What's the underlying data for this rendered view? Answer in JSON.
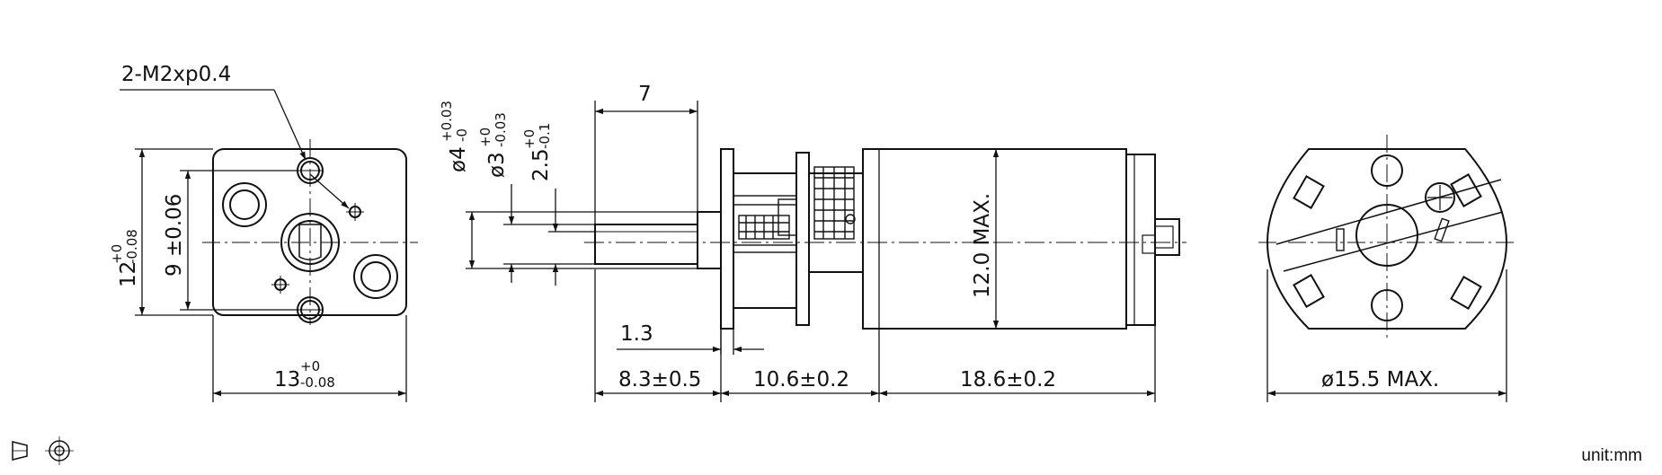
{
  "front_view": {
    "thread_callout": "2-M2xp0.4",
    "width_main": "13",
    "width_tol_upper": "+0",
    "width_tol_lower": "-0.08",
    "height_main": "12",
    "height_tol_upper": "+0",
    "height_tol_lower": "-0.08",
    "hole_spacing": "9 ±0.06"
  },
  "side_view": {
    "shaft_length": "7",
    "d_shaft_main": "ø4",
    "d_shaft_tol_upper": "+0.03",
    "d_shaft_tol_lower": "-0",
    "d_bearing_main": "ø3",
    "d_bearing_tol_upper": "+0",
    "d_bearing_tol_lower": "-0.03",
    "d_flat_main": "2.5",
    "d_flat_tol_upper": "+0",
    "d_flat_tol_lower": "-0.1",
    "flange_thickness": "1.3",
    "gearbox_front": "8.3±0.5",
    "gearbox_rear": "10.6±0.2",
    "motor_length": "18.6±0.2",
    "motor_height": "12.0 MAX."
  },
  "rear_view": {
    "diameter": "ø15.5 MAX."
  },
  "projection_symbol": "first-angle-projection-icon",
  "unit_label": "unit:mm"
}
